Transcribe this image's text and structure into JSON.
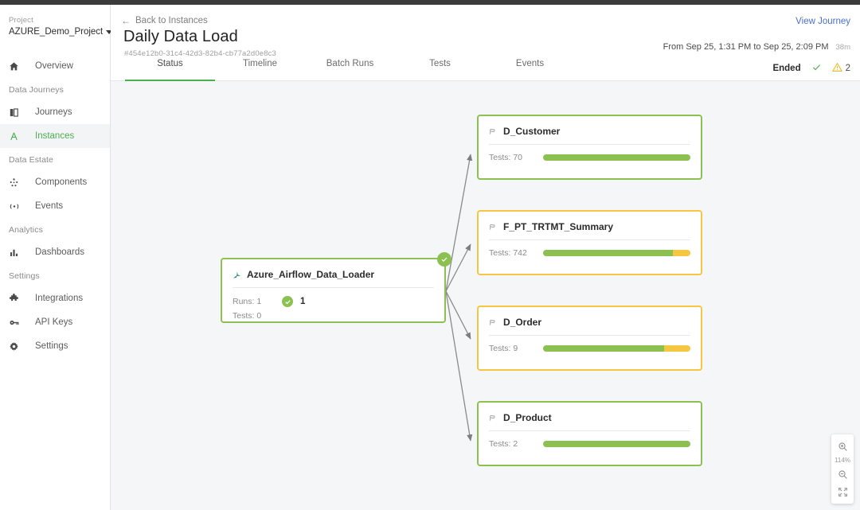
{
  "sidebar": {
    "project_label": "Project",
    "project_name": "AZURE_Demo_Project",
    "groups": [
      {
        "label": "",
        "items": [
          {
            "icon": "home-icon",
            "label": "Overview",
            "active": false
          }
        ]
      },
      {
        "label": "Data Journeys",
        "items": [
          {
            "icon": "book-icon",
            "label": "Journeys",
            "active": false
          },
          {
            "icon": "instances-icon",
            "label": "Instances",
            "active": true
          }
        ]
      },
      {
        "label": "Data Estate",
        "items": [
          {
            "icon": "components-icon",
            "label": "Components",
            "active": false
          },
          {
            "icon": "events-icon",
            "label": "Events",
            "active": false
          }
        ]
      },
      {
        "label": "Analytics",
        "items": [
          {
            "icon": "dashboards-icon",
            "label": "Dashboards",
            "active": false
          }
        ]
      },
      {
        "label": "Settings",
        "items": [
          {
            "icon": "integrations-icon",
            "label": "Integrations",
            "active": false
          },
          {
            "icon": "key-icon",
            "label": "API Keys",
            "active": false
          },
          {
            "icon": "gear-icon",
            "label": "Settings",
            "active": false
          }
        ]
      }
    ]
  },
  "header": {
    "back_label": "Back to Instances",
    "title": "Daily Data Load",
    "instance_id": "#454e12b0-31c4-42d3-82b4-cb77a2d0e8c3",
    "view_journey": "View Journey",
    "time_range": "From Sep 25, 1:31 PM to Sep 25, 2:09 PM",
    "duration": "38m",
    "status": "Ended",
    "warning_count": "2",
    "tabs": [
      {
        "label": "Status",
        "active": true
      },
      {
        "label": "Timeline",
        "active": false
      },
      {
        "label": "Batch Runs",
        "active": false
      },
      {
        "label": "Tests",
        "active": false
      },
      {
        "label": "Events",
        "active": false
      }
    ]
  },
  "graph": {
    "source_node": {
      "icon": "airflow-icon",
      "title": "Azure_Airflow_Data_Loader",
      "runs_label": "Runs: 1",
      "runs_count": "1",
      "tests_label": "Tests: 0",
      "border_color": "#8cc152",
      "status": "ok"
    },
    "target_nodes": [
      {
        "icon": "dataset-icon",
        "title": "D_Customer",
        "tests_label": "Tests: 70",
        "green_pct": 100,
        "yellow_pct": 0,
        "border_color": "#8cc152",
        "status": "ok"
      },
      {
        "icon": "dataset-icon",
        "title": "F_PT_TRTMT_Summary",
        "tests_label": "Tests: 742",
        "green_pct": 88,
        "yellow_pct": 12,
        "border_color": "#f5c63f",
        "status": "warning"
      },
      {
        "icon": "dataset-icon",
        "title": "D_Order",
        "tests_label": "Tests: 9",
        "green_pct": 82,
        "yellow_pct": 18,
        "border_color": "#f5c63f",
        "status": "warning"
      },
      {
        "icon": "dataset-icon",
        "title": "D_Product",
        "tests_label": "Tests: 2",
        "green_pct": 100,
        "yellow_pct": 0,
        "border_color": "#8cc152",
        "status": "ok"
      }
    ]
  },
  "zoom_controls": {
    "zoom_in": "zoom-in-icon",
    "percent": "114%",
    "zoom_out": "zoom-out-icon",
    "fit": "fit-screen-icon"
  },
  "colors": {
    "accent_green": "#4caf50",
    "bar_green": "#8cc152",
    "bar_yellow": "#f5c63f",
    "link_blue": "#4a6fd4",
    "canvas_bg": "#f5f6f8"
  }
}
